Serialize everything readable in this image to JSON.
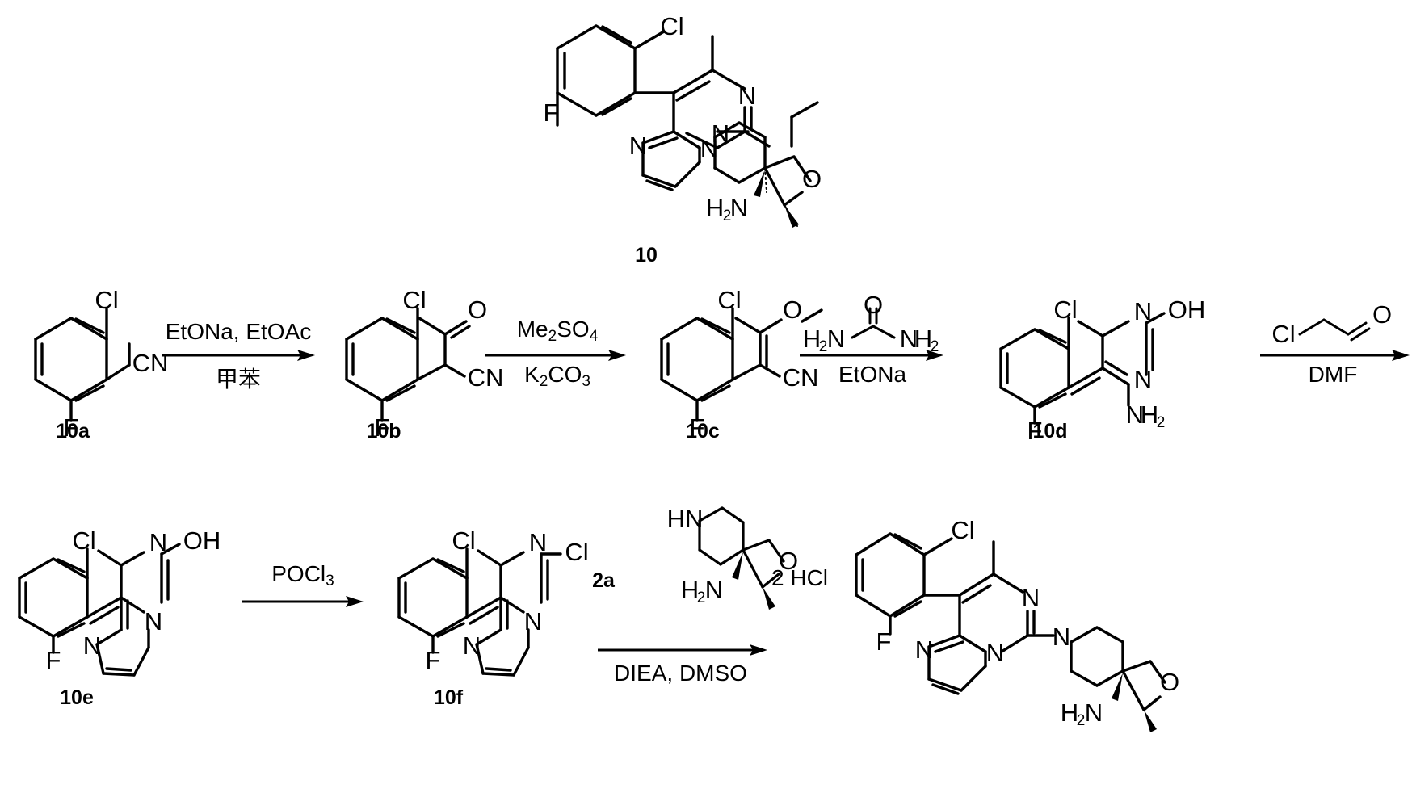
{
  "scheme": {
    "title_compound": "10",
    "type": "chemical-synthesis-scheme",
    "rows": 3
  },
  "compounds": {
    "final_top": {
      "label": "10",
      "name": "target compound 10",
      "atom_labels": [
        "Cl",
        "F",
        "N",
        "N",
        "N",
        "N",
        "O",
        "H2N"
      ]
    },
    "c10a": {
      "label": "10a",
      "atom_labels": [
        "Cl",
        "F",
        "CN"
      ]
    },
    "c10b": {
      "label": "10b",
      "atom_labels": [
        "Cl",
        "F",
        "O",
        "CN"
      ]
    },
    "c10c": {
      "label": "10c",
      "atom_labels": [
        "Cl",
        "F",
        "O",
        "CN"
      ]
    },
    "c10d": {
      "label": "10d",
      "atom_labels": [
        "Cl",
        "F",
        "N",
        "N",
        "OH",
        "NH2"
      ]
    },
    "c10e": {
      "label": "10e",
      "atom_labels": [
        "Cl",
        "F",
        "N",
        "N",
        "N",
        "OH"
      ]
    },
    "c10f": {
      "label": "10f",
      "atom_labels": [
        "Cl",
        "F",
        "N",
        "N",
        "N",
        "Cl"
      ]
    },
    "final_bottom": {
      "label": "",
      "atom_labels": [
        "Cl",
        "F",
        "N",
        "N",
        "N",
        "N",
        "O",
        "H2N"
      ]
    },
    "reagent_2a": {
      "label": "2a",
      "salt": "2 HCl",
      "atom_labels": [
        "HN",
        "O",
        "H2N"
      ]
    }
  },
  "arrows": [
    {
      "id": "arrow-1",
      "above": "EtONa, EtOAc",
      "below": "甲苯",
      "below_is_cjk": true
    },
    {
      "id": "arrow-2",
      "above_formula": "Me2SO4",
      "below_formula": "K2CO3"
    },
    {
      "id": "arrow-3",
      "above_structure": "urea",
      "above_labels": [
        "O",
        "H2N",
        "NH2"
      ],
      "below": "EtONa"
    },
    {
      "id": "arrow-4",
      "above_structure": "chloroacetaldehyde",
      "above_labels": [
        "Cl",
        "O"
      ],
      "below": "DMF"
    },
    {
      "id": "arrow-5",
      "above": "POCl3",
      "below": ""
    },
    {
      "id": "arrow-6",
      "above_structure": "spiro-amine-2a",
      "below": "DIEA, DMSO"
    }
  ],
  "formulas": {
    "me2so4": {
      "base1": "Me",
      "sub1": "2",
      "base2": "SO",
      "sub2": "4"
    },
    "k2co3": {
      "base1": "K",
      "sub1": "2",
      "base2": "CO",
      "sub2": "3"
    },
    "pocl3": {
      "base1": "POCl",
      "sub1": "3"
    },
    "etona": "EtONa",
    "etona_etoac": "EtONa, EtOAc",
    "toluene_cjk": "甲苯",
    "dmf": "DMF",
    "diea_dmso": "DIEA, DMSO",
    "hcl_equiv": "2 HCl"
  },
  "atoms": {
    "Cl": "Cl",
    "F": "F",
    "N": "N",
    "O": "O",
    "OH": "OH",
    "CN": "CN",
    "NH2_base": "NH",
    "NH2_sub": "2",
    "H2N_h": "H",
    "H2N_sub": "2",
    "H2N_n": "N",
    "HN": "HN"
  }
}
